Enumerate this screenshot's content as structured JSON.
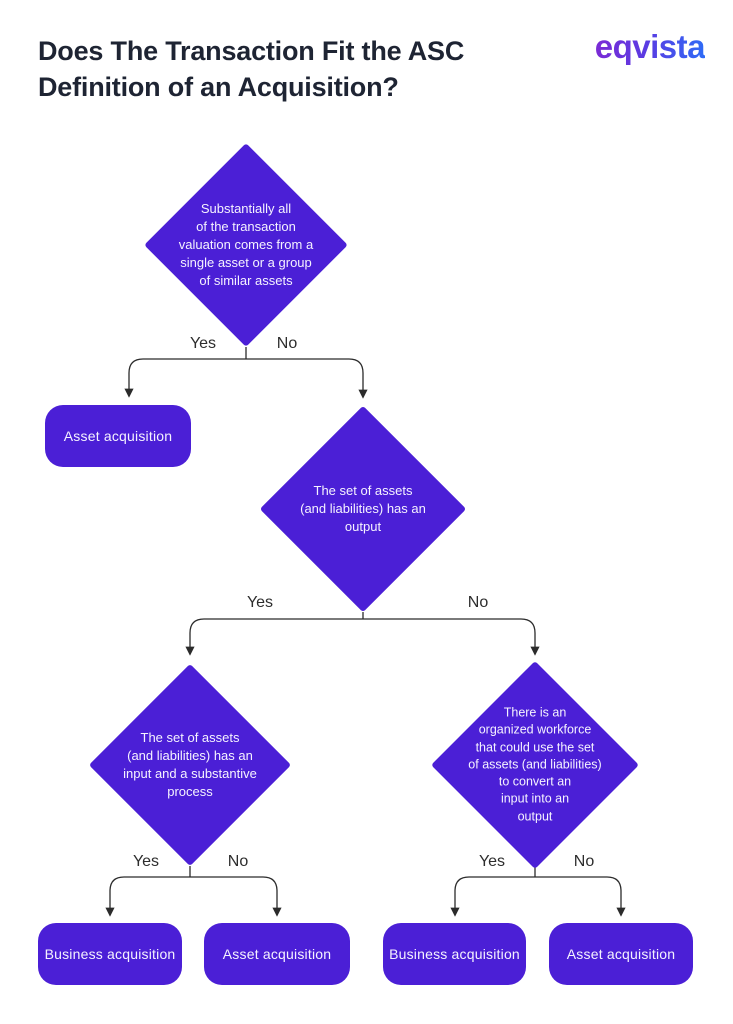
{
  "header": {
    "title": "Does The Transaction Fit the ASC Definition of an Acquisition?",
    "logo_text": "eqvista"
  },
  "colors": {
    "node_purple": "#4b1fd6",
    "title_navy": "#1e2433",
    "connector_line": "#2b2b2b",
    "node_text": "#f5f2ff",
    "logo_gradient_start": "#7b2bd5",
    "logo_gradient_end": "#2e6bf6"
  },
  "flowchart": {
    "yes_label": "Yes",
    "no_label": "No",
    "decisions": [
      {
        "text": "Substantially all\nof the transaction\nvaluation comes from a\nsingle asset or a group\nof similar assets"
      },
      {
        "text": "The set of assets\n(and liabilities) has an\noutput"
      },
      {
        "text": "The set of assets\n(and liabilities) has an\ninput and a substantive\nprocess"
      },
      {
        "text": "There is an\norganized workforce\nthat could use the set\nof assets (and liabilities)\nto convert an\ninput into an\noutput"
      }
    ],
    "outcomes": {
      "asset_mid": "Asset acquisition",
      "business_left": "Business acquisition",
      "asset_left": "Asset acquisition",
      "business_right": "Business acquisition",
      "asset_right": "Asset acquisition"
    }
  }
}
